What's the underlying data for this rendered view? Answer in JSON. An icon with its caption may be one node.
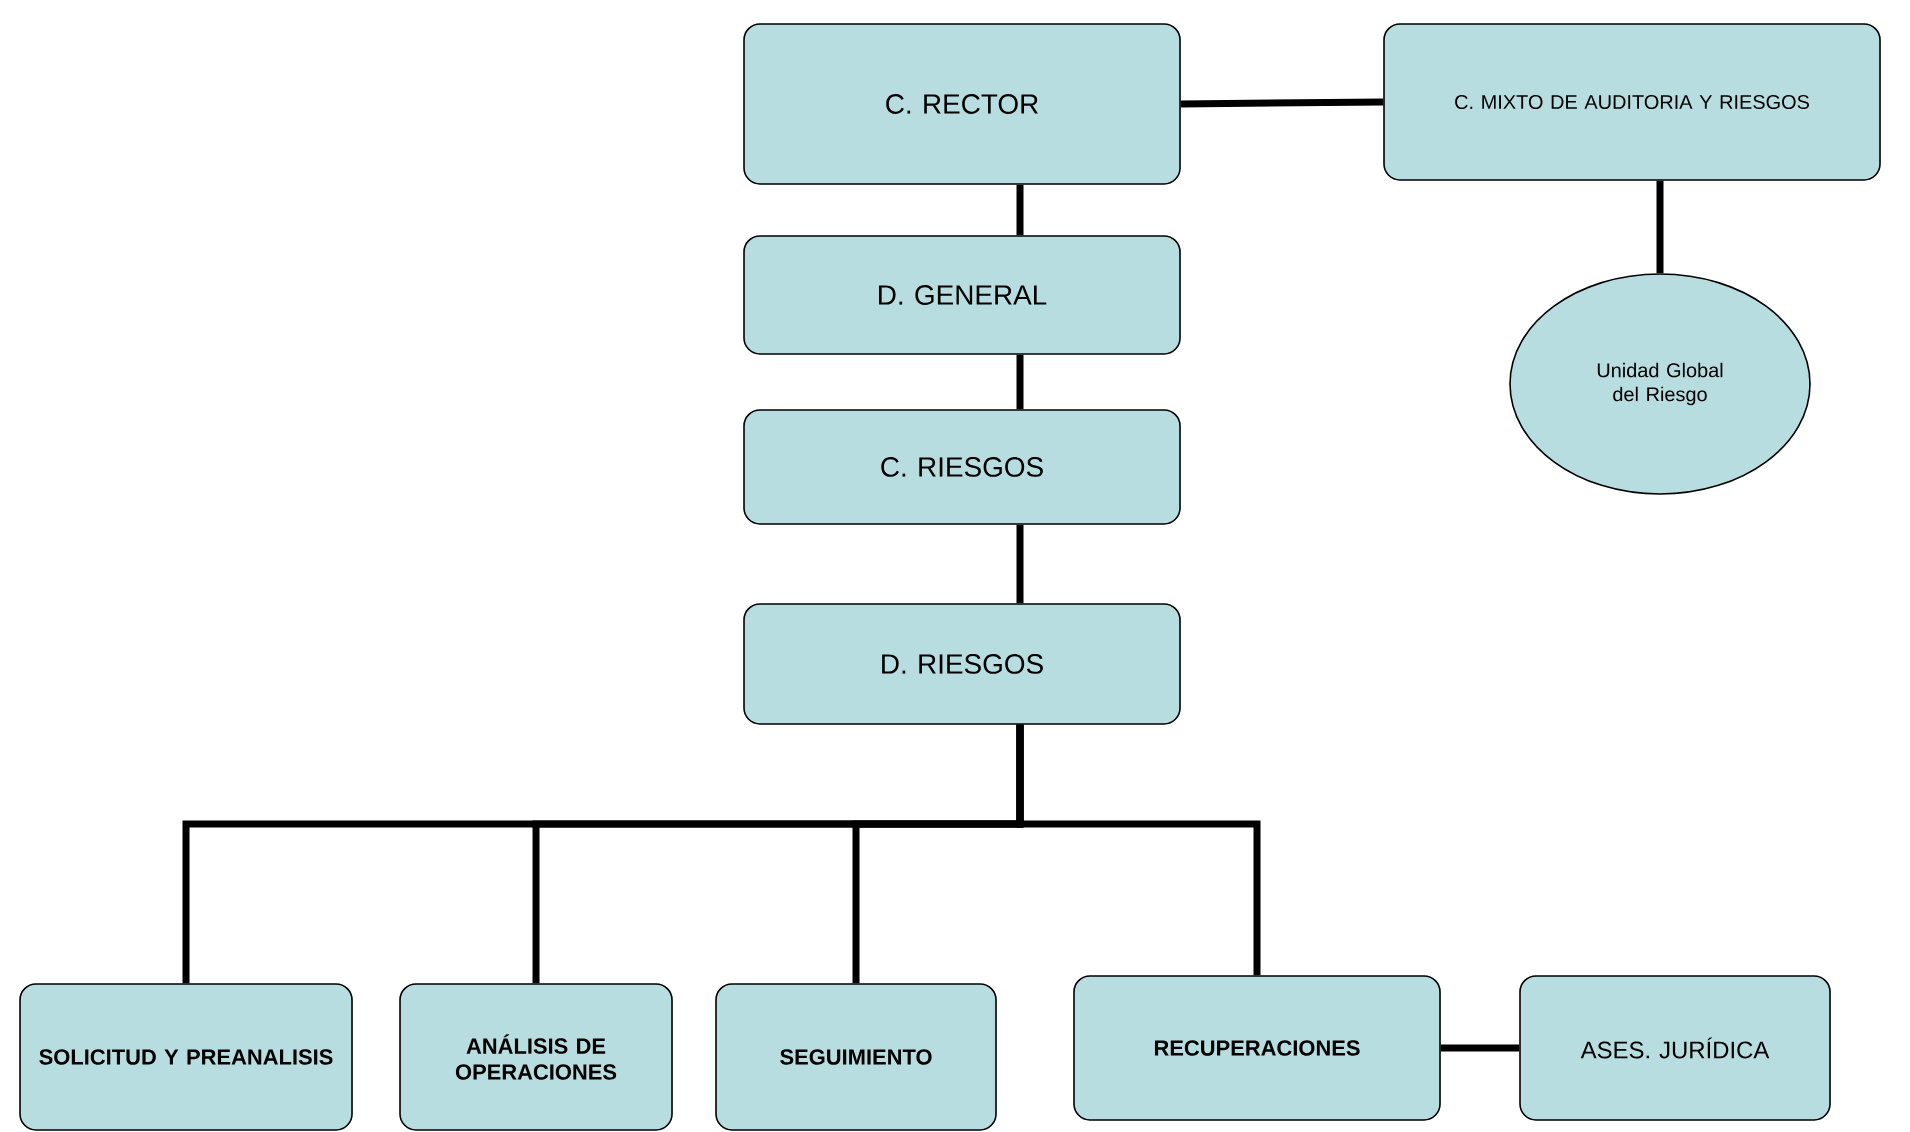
{
  "diagram": {
    "nodes": [
      {
        "text": [
          "C. RECTOR"
        ]
      },
      {
        "text": [
          "C. MIXTO DE AUDITORIA Y RIESGOS"
        ]
      },
      {
        "text": [
          "Unidad Global del Riesgo"
        ]
      },
      {
        "text": [
          "D. GENERAL"
        ]
      },
      {
        "text": [
          "C. RIESGOS"
        ]
      },
      {
        "text": [
          "D. RIESGOS"
        ]
      },
      {
        "text": [
          "SOLICITUD Y PREANALISIS"
        ]
      },
      {
        "text": [
          "ANÁLISIS DE OPERACIONES"
        ]
      },
      {
        "text": [
          "SEGUIMIENTO"
        ]
      },
      {
        "text": [
          "RECUPERACIONES"
        ]
      },
      {
        "text": [
          "ASES. JURÍDICA"
        ]
      }
    ],
    "edges": [
      {
        "from": 0,
        "to": 1,
        "arrow": "none"
      },
      {
        "from": 1,
        "to": 2,
        "arrow": "none"
      },
      {
        "from": 0,
        "to": 3,
        "arrow": "none"
      },
      {
        "from": 3,
        "to": 4,
        "arrow": "none"
      },
      {
        "from": 4,
        "to": 5,
        "arrow": "none"
      },
      {
        "from": 5,
        "to": 6,
        "arrow": "none"
      },
      {
        "from": 5,
        "to": 7,
        "arrow": "none"
      },
      {
        "from": 5,
        "to": 8,
        "arrow": "none"
      },
      {
        "from": 5,
        "to": 9,
        "arrow": "none"
      },
      {
        "from": 9,
        "to": 10,
        "arrow": "none"
      }
    ]
  }
}
